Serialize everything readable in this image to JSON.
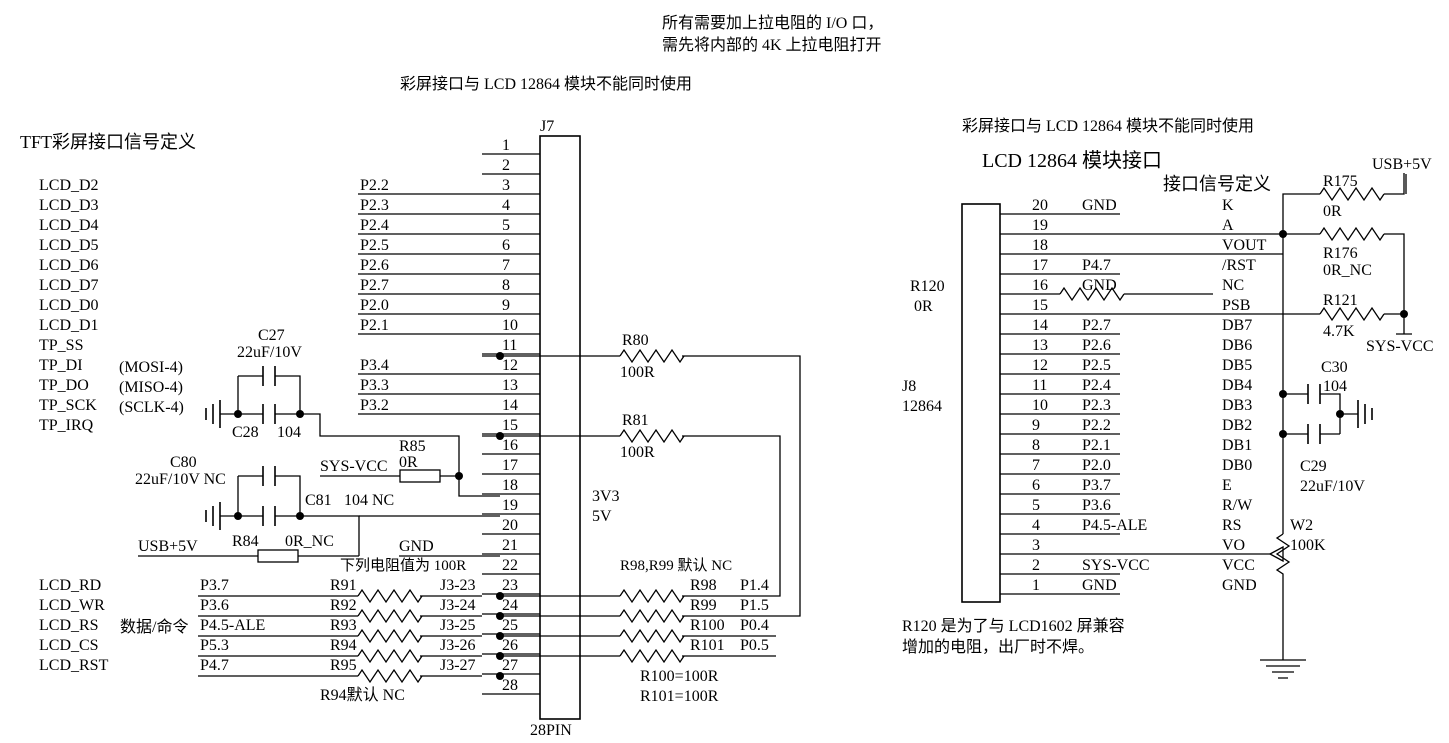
{
  "notes": {
    "pullup_line1": "所有需要加上拉电阻的 I/O 口，",
    "pullup_line2": "需先将内部的 4K 上拉电阻打开",
    "exclusive_left": "彩屏接口与 LCD 12864 模块不能同时使用",
    "exclusive_right": "彩屏接口与 LCD 12864 模块不能同时使用",
    "r120_line1": "R120 是为了与 LCD1602 屏兼容",
    "r120_line2": "增加的电阻，出厂时不焊。",
    "lower_resistors": "下列电阻值为 100R",
    "r98_r99_default": "R98,R99 默认 NC",
    "r94_default": "R94默认 NC",
    "r100_value": "R100=100R",
    "r101_value": "R101=100R",
    "data_cmd": "数据/命令"
  },
  "tft": {
    "title": "TFT彩屏接口信号定义",
    "signals": [
      "LCD_D2",
      "LCD_D3",
      "LCD_D4",
      "LCD_D5",
      "LCD_D6",
      "LCD_D7",
      "LCD_D0",
      "LCD_D1",
      "TP_SS",
      "TP_DI",
      "TP_DO",
      "TP_SCK",
      "TP_IRQ"
    ],
    "spi_notes": [
      "(MOSI-4)",
      "(MISO-4)",
      "(SCLK-4)"
    ],
    "ctrl_signals": [
      "LCD_RD",
      "LCD_WR",
      "LCD_RS",
      "LCD_CS",
      "LCD_RST"
    ]
  },
  "j7": {
    "ref": "J7",
    "footprint": "28PIN",
    "pins": [
      "1",
      "2",
      "3",
      "4",
      "5",
      "6",
      "7",
      "8",
      "9",
      "10",
      "11",
      "12",
      "13",
      "14",
      "15",
      "16",
      "17",
      "18",
      "19",
      "20",
      "21",
      "22",
      "23",
      "24",
      "25",
      "26",
      "27",
      "28"
    ],
    "nets_upper": [
      "P2.2",
      "P2.3",
      "P2.4",
      "P2.5",
      "P2.6",
      "P2.7",
      "P2.0",
      "P2.1"
    ],
    "nets_spi": [
      "P3.4",
      "P3.3",
      "P3.2"
    ],
    "gnd": "GND",
    "v33": "3V3",
    "v5": "5V",
    "ctrl_nets": [
      "P3.7",
      "P3.6",
      "P4.5-ALE",
      "P5.3",
      "P4.7"
    ],
    "ctrl_res": [
      "R91",
      "R92",
      "R93",
      "R94",
      "R95"
    ],
    "ctrl_j3": [
      "J3-23",
      "J3-24",
      "J3-25",
      "J3-26",
      "J3-27"
    ],
    "right_res": [
      "R98",
      "R99",
      "R100",
      "R101"
    ],
    "right_nets": [
      "P1.4",
      "P1.5",
      "P0.4",
      "P0.5"
    ]
  },
  "parts": {
    "c27": "C27",
    "c27v": "22uF/10V",
    "c28": "C28",
    "c28v": "104",
    "c80": "C80",
    "c80v": "22uF/10V NC",
    "c81": "C81",
    "c81v": "104 NC",
    "r85": "R85",
    "r85v": "0R",
    "r84": "R84",
    "r84v": "0R_NC",
    "r80": "R80",
    "r80v": "100R",
    "r81": "R81",
    "r81v": "100R",
    "sysvcc": "SYS-VCC",
    "usb5v": "USB+5V"
  },
  "lcd12864": {
    "title": "LCD 12864 模块接口",
    "sig_title": "接口信号定义",
    "j8": "J8",
    "j8v": "12864",
    "r120": "R120",
    "r120v": "0R",
    "pins": [
      "20",
      "19",
      "18",
      "17",
      "16",
      "15",
      "14",
      "13",
      "12",
      "11",
      "10",
      "9",
      "8",
      "7",
      "6",
      "5",
      "4",
      "3",
      "2",
      "1"
    ],
    "nets": [
      "GND",
      "",
      "",
      "P4.7",
      "GND",
      "",
      "P2.7",
      "P2.6",
      "P2.5",
      "P2.4",
      "P2.3",
      "P2.2",
      "P2.1",
      "P2.0",
      "P3.7",
      "P3.6",
      "P4.5-ALE",
      "",
      "SYS-VCC",
      "GND"
    ],
    "signals": [
      "K",
      "A",
      "VOUT",
      "/RST",
      "NC",
      "PSB",
      "DB7",
      "DB6",
      "DB5",
      "DB4",
      "DB3",
      "DB2",
      "DB1",
      "DB0",
      "E",
      "R/W",
      "RS",
      "VO",
      "VCC",
      "GND"
    ],
    "r175": "R175",
    "r175v": "0R",
    "r176": "R176",
    "r176v": "0R_NC",
    "r121": "R121",
    "r121v": "4.7K",
    "c30": "C30",
    "c30v": "104",
    "c29": "C29",
    "c29v": "22uF/10V",
    "w2": "W2",
    "w2v": "100K",
    "usb5v": "USB+5V",
    "sysvcc": "SYS-VCC"
  }
}
